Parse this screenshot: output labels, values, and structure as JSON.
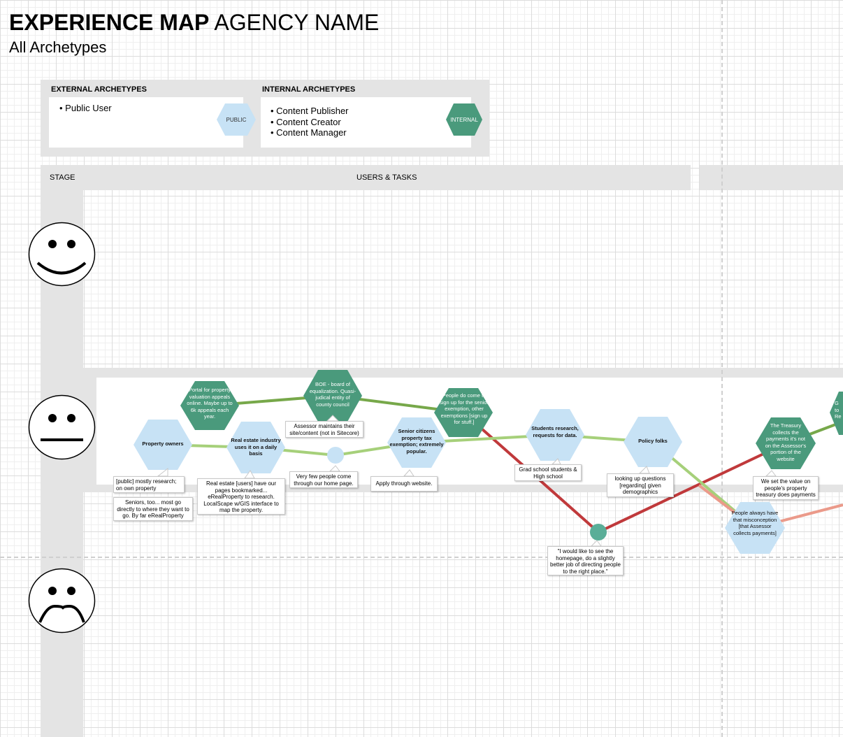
{
  "header": {
    "title_bold": "EXPERIENCE MAP",
    "title_rest": "AGENCY NAME",
    "subtitle": "All Archetypes"
  },
  "archetypes": {
    "external": {
      "heading": "EXTERNAL ARCHETYPES",
      "items": [
        "Public User"
      ],
      "badge": "PUBLIC"
    },
    "internal": {
      "heading": "INTERNAL ARCHETYPES",
      "items": [
        "Content Publisher",
        "Content Creator",
        "Content Manager"
      ],
      "badge": "INTERNAL"
    }
  },
  "board": {
    "stage_label": "STAGE",
    "users_label": "USERS & TASKS"
  },
  "faces": [
    "happy-face",
    "neutral-face",
    "sad-face"
  ],
  "colors": {
    "public_hex": "#c7e2f5",
    "internal_hex": "#4a9a7c",
    "green_light": "#a6d07a",
    "green_dark": "#77a84a",
    "red_dark": "#c0393b",
    "red_light": "#eb9a8a"
  },
  "nodes": [
    {
      "id": "portal",
      "kind": "internal",
      "text": "Portal for property valuation appeals online. Maybe up to 6k appeals each year."
    },
    {
      "id": "boe",
      "kind": "internal",
      "text": "BOE - board of equalization. Quasi-judical entity of county council"
    },
    {
      "id": "senior_signup",
      "kind": "internal",
      "text": "People do come to sign up for the senior exemption, other exemptions [sign up for stuff.]"
    },
    {
      "id": "treasury",
      "kind": "internal",
      "text": "The Treasury collects the payments it's not on the Assessor's portion of the website"
    },
    {
      "id": "edge_right",
      "kind": "internal",
      "text": "G to Re"
    },
    {
      "id": "property_owners",
      "kind": "public",
      "text": "Property owners"
    },
    {
      "id": "real_estate",
      "kind": "public",
      "text": "Real estate industry uses it on a daily basis"
    },
    {
      "id": "senior_citizens",
      "kind": "public",
      "text": "Senior citizens property tax exemption; extremely popular."
    },
    {
      "id": "students",
      "kind": "public",
      "text": "Students research, requests for data."
    },
    {
      "id": "policy",
      "kind": "public",
      "text": "Policy folks"
    },
    {
      "id": "misconception",
      "kind": "public",
      "text": "People always have that misconception [that Assessor collects payments]"
    }
  ],
  "notes": [
    "Assessor maintains their site/content (not in Sitecore)",
    "[public] mostly research; on own property",
    "Seniors, too... most go directly to where they want to go. By far eRealProperty",
    "Real estate [users] have our pages bookmarked... eRealProperty to research. LocalScape w/GIS interface to map the property.",
    "Very few people come through our home page.",
    "Apply through website.",
    "Grad school students & High school",
    "looking up questions [regarding] given demographics",
    "\"I would like to see the homepage, do a slightly better job of directing people to the right place.\"",
    "We set the value on people's property treasury does payments"
  ]
}
